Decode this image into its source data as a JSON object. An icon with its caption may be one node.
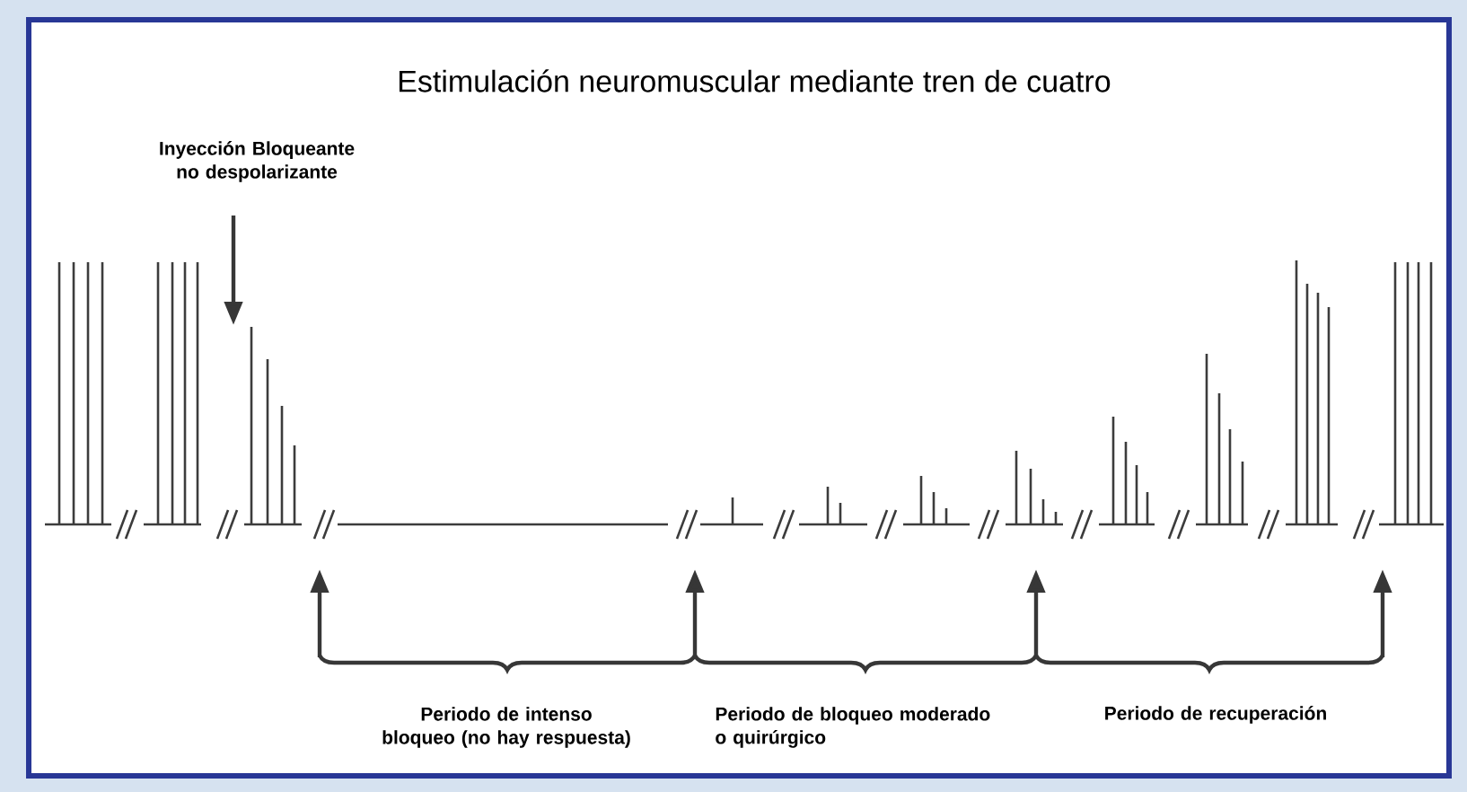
{
  "diagram": {
    "title": "Estimulación neuromuscular mediante tren de cuatro",
    "labels": [
      "Inyección Bloqueante no despolarizante",
      "Periodo de intenso bloqueo (no hay respuesta)",
      "Periodo de bloqueo moderado o quirúrgico",
      "Periodo de recuperación"
    ]
  }
}
